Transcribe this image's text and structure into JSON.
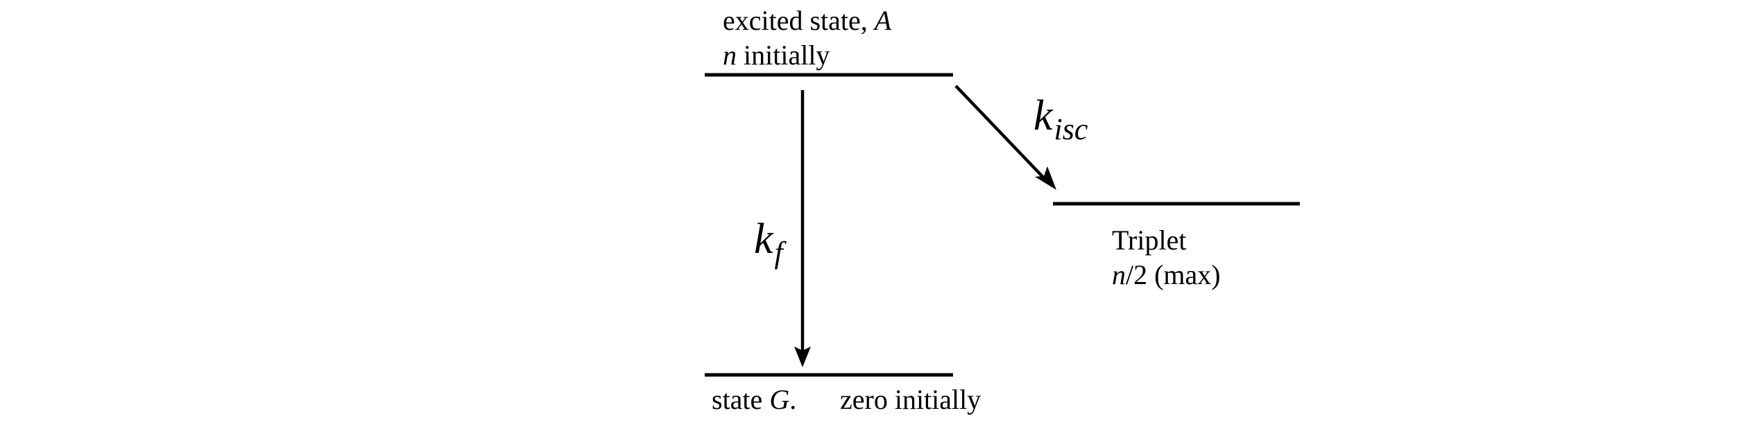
{
  "excited_state": {
    "line1_text": "excited state, ",
    "line1_symbol": "A",
    "line2_symbol": "n",
    "line2_text": " initially"
  },
  "triplet_state": {
    "line1_text": "Triplet",
    "line2_symbol": "n",
    "line2_text": "/2 (max)"
  },
  "ground_state": {
    "prefix": "state ",
    "symbol": "G",
    "suffix": ".",
    "note": "zero initially"
  },
  "rates": {
    "fluorescence_symbol": "k",
    "fluorescence_subscript": "f",
    "isc_symbol": "k",
    "isc_subscript": "isc"
  },
  "colors": {
    "line": "#000000",
    "background": "#ffffff"
  }
}
